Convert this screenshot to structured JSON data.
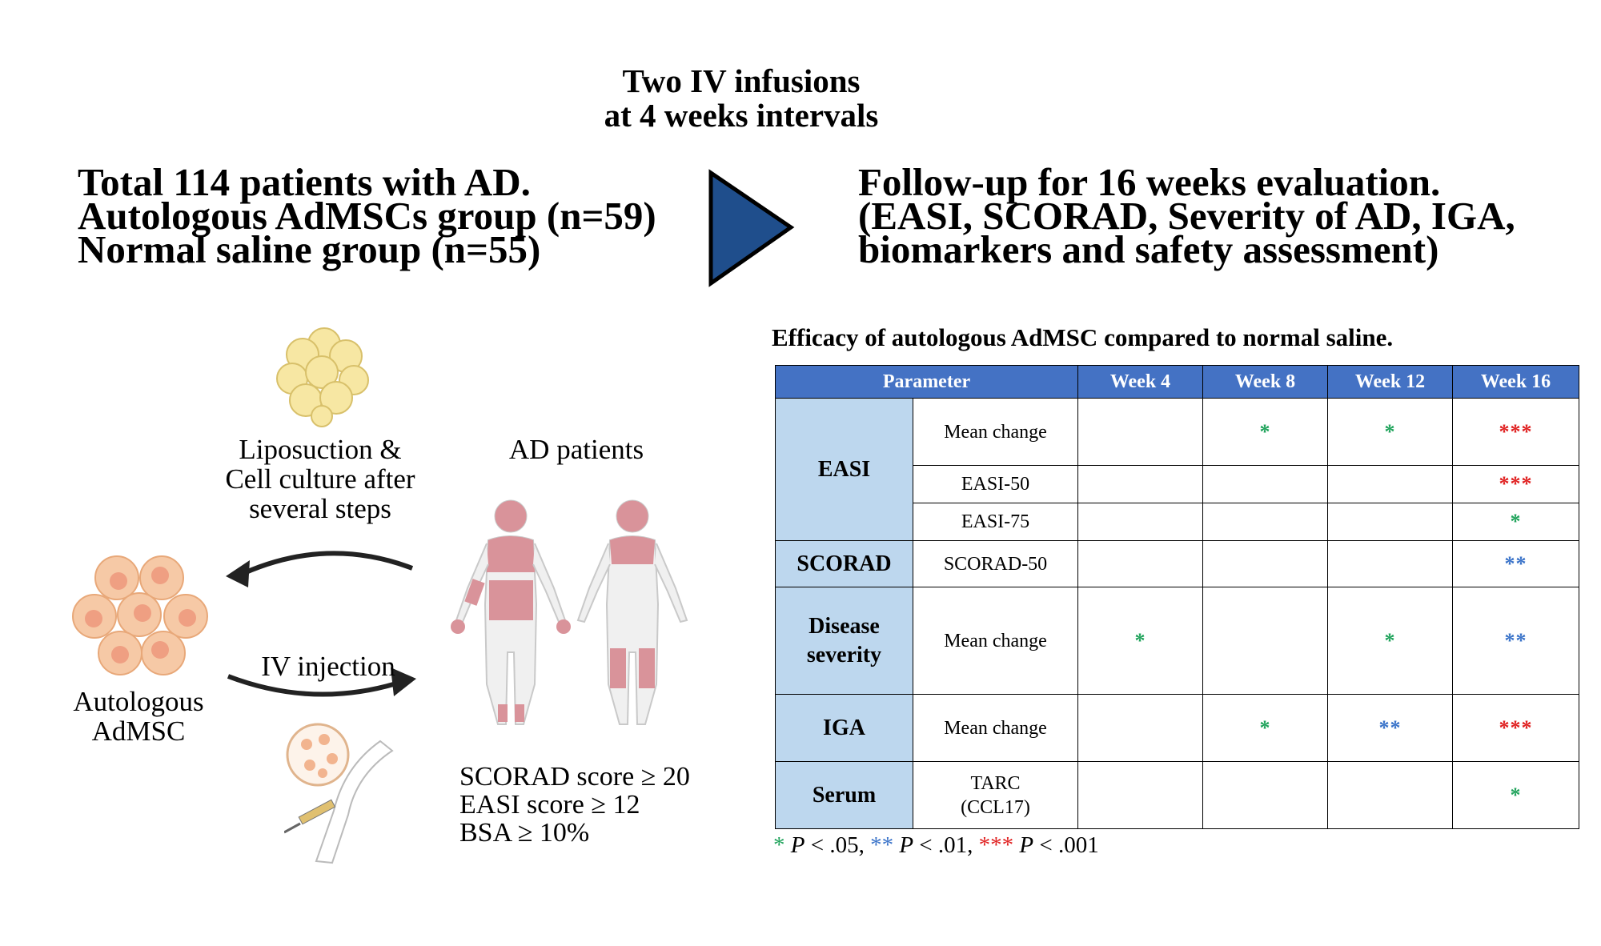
{
  "infusion": {
    "line1": "Two IV infusions",
    "line2": "at 4 weeks intervals"
  },
  "left_heading": {
    "line1": "Total 114  patients with AD.",
    "line2": "Autologous AdMSCs group (n=59)",
    "line3": "Normal saline group (n=55)"
  },
  "right_heading": {
    "line1": "Follow-up for 16 weeks evaluation.",
    "line2": "(EASI, SCORAD, Severity of AD, IGA,",
    "line3": "biomarkers and safety assessment)"
  },
  "colors": {
    "arrow": "#1f4e8c",
    "header": "#4472c4",
    "param_cell": "#bdd7ee",
    "green": "#1fa35b",
    "blue": "#3a73c9",
    "red": "#e02020",
    "cell_peach": "#f6c9a6",
    "fat_yellow": "#f7e7a3",
    "lesion": "#d9939a"
  },
  "diagram": {
    "liposuction_label": [
      "Liposuction &",
      "Cell culture after",
      "several steps"
    ],
    "ad_patients_label": "AD patients",
    "admsc_label": [
      "Autologous",
      "AdMSC"
    ],
    "iv_label": "IV injection",
    "criteria": [
      "SCORAD score ≥ 20",
      "EASI score ≥ 12",
      "BSA ≥ 10%"
    ]
  },
  "table": {
    "title": "Efficacy of autologous AdMSC compared to normal saline.",
    "headers": [
      "Parameter",
      "Week 4",
      "Week 8",
      "Week 12",
      "Week 16"
    ],
    "rows": [
      {
        "group": "EASI",
        "sub": "Mean change",
        "cells": [
          "",
          "*",
          "*",
          "***"
        ],
        "colors": [
          "",
          "green",
          "green",
          "red"
        ]
      },
      {
        "group": "EASI",
        "sub": "EASI-50",
        "cells": [
          "",
          "",
          "",
          "***"
        ],
        "colors": [
          "",
          "",
          "",
          "red"
        ]
      },
      {
        "group": "EASI",
        "sub": "EASI-75",
        "cells": [
          "",
          "",
          "",
          "*"
        ],
        "colors": [
          "",
          "",
          "",
          "green"
        ]
      },
      {
        "group": "SCORAD",
        "sub": "SCORAD-50",
        "cells": [
          "",
          "",
          "",
          "**"
        ],
        "colors": [
          "",
          "",
          "",
          "blue"
        ]
      },
      {
        "group": "Disease severity",
        "sub": "Mean change",
        "cells": [
          "*",
          "",
          "*",
          "**"
        ],
        "colors": [
          "green",
          "",
          "green",
          "blue"
        ]
      },
      {
        "group": "IGA",
        "sub": "Mean change",
        "cells": [
          "",
          "*",
          "**",
          "***"
        ],
        "colors": [
          "",
          "green",
          "blue",
          "red"
        ]
      },
      {
        "group": "Serum",
        "sub": "TARC (CCL17)",
        "cells": [
          "",
          "",
          "",
          "*"
        ],
        "colors": [
          "",
          "",
          "",
          "green"
        ]
      }
    ],
    "group_labels": {
      "easi": "EASI",
      "scorad": "SCORAD",
      "disease1": "Disease",
      "disease2": "severity",
      "iga": "IGA",
      "serum": "Serum"
    },
    "sub_labels": {
      "r1": "Mean change",
      "r2": "EASI-50",
      "r3": "EASI-75",
      "r4": "SCORAD-50",
      "r5": "Mean change",
      "r6": "Mean change",
      "r7a": "TARC",
      "r7b": "(CCL17)"
    }
  },
  "footnote": {
    "s1": "*",
    "t1": "P",
    "v1": " < .05, ",
    "s2": "**",
    "t2": "P",
    "v2": " < .01, ",
    "s3": "***",
    "t3": "P",
    "v3": " < .001"
  }
}
